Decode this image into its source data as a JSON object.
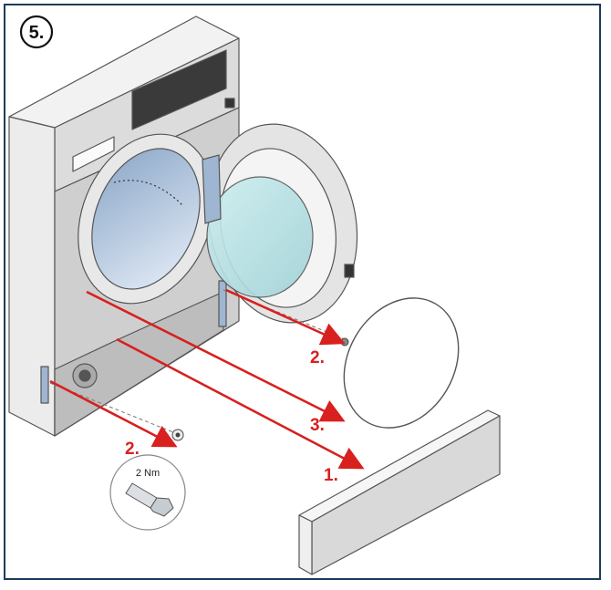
{
  "step_number": "5.",
  "callouts": {
    "top_screw": "2.",
    "gasket_ring": "3.",
    "kick_panel": "1.",
    "bottom_screw": "2."
  },
  "torque_label": "2 Nm",
  "colors": {
    "frame": "#1f3a5a",
    "arrows": "#d8201f",
    "glass": "#bfe3e6"
  }
}
